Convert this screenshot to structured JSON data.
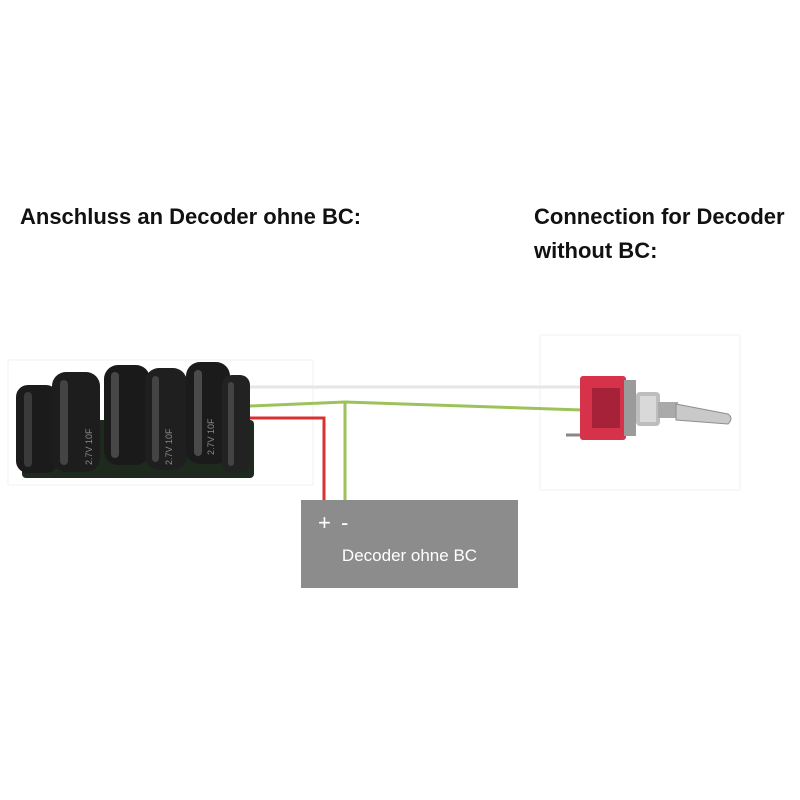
{
  "headings": {
    "german": "Anschluss an Decoder ohne BC:",
    "english": "Connection for Decoder without BC:"
  },
  "decoder": {
    "label": "Decoder ohne BC",
    "polarity": "+ -",
    "color": "#8c8c8c"
  },
  "capacitor_marking": "2.7V 10F",
  "wires": {
    "white": "#e6e6e6",
    "green": "#9dc25a",
    "red": "#d9312e"
  },
  "icons": {
    "capacitor_pack": "supercapacitor-pack-icon",
    "switch": "toggle-switch-icon"
  }
}
